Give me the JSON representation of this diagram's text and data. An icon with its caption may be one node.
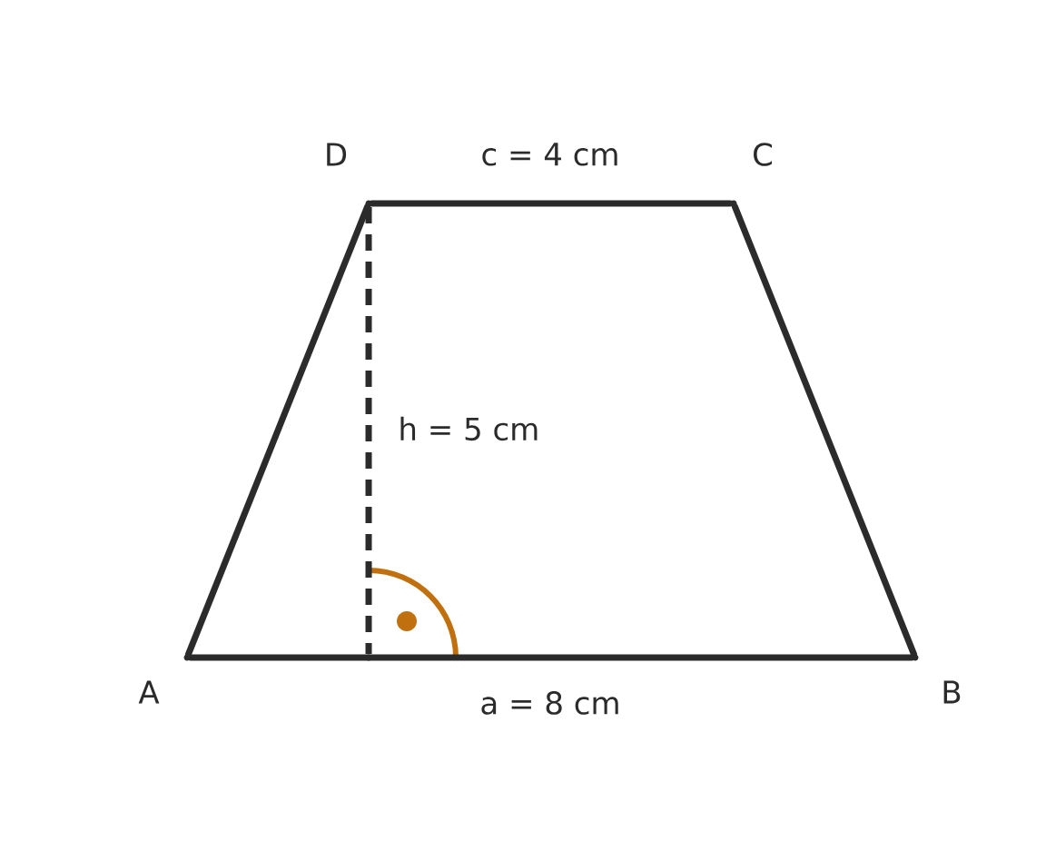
{
  "diagram": {
    "nodes": [
      {
        "text": [],
        "shape": "point",
        "beside": [
          "A"
        ]
      },
      {
        "text": [],
        "shape": "point",
        "beside": [
          "B"
        ]
      },
      {
        "text": [],
        "shape": "point",
        "beside": [
          "C"
        ]
      },
      {
        "text": [],
        "shape": "point",
        "beside": [
          "D"
        ]
      },
      {
        "text": [],
        "shape": "point"
      }
    ],
    "edges": [
      {
        "from": 0,
        "to": 1,
        "arrow": "none",
        "label": "a = 8 cm"
      },
      {
        "from": 1,
        "to": 2,
        "arrow": "none"
      },
      {
        "from": 2,
        "to": 3,
        "arrow": "none",
        "label": "c = 4 cm"
      },
      {
        "from": 3,
        "to": 0,
        "arrow": "none"
      },
      {
        "from": 3,
        "to": 4,
        "arrow": "none",
        "style": "dashed",
        "label": "h = 5 cm"
      }
    ]
  }
}
